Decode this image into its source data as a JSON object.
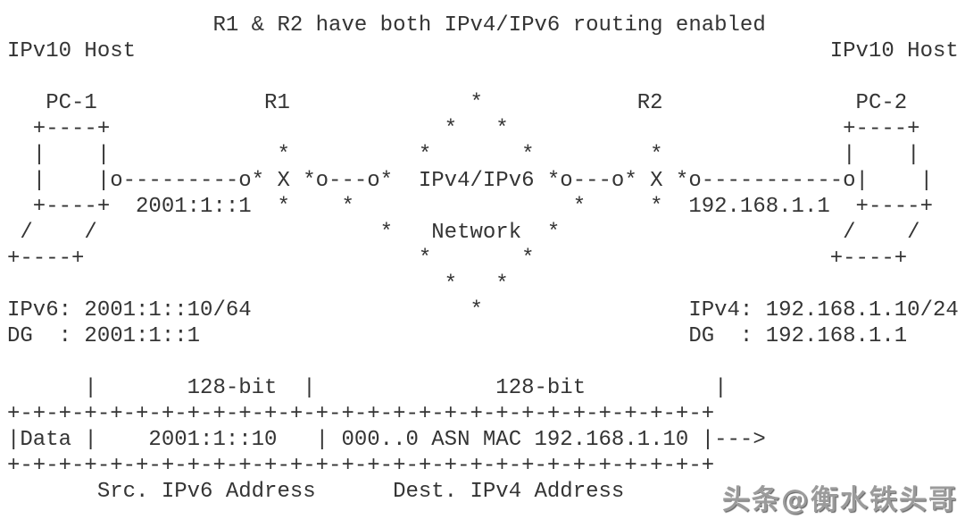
{
  "title": "R1 & R2 have both IPv4/IPv6 routing enabled",
  "diagram": {
    "lines": [
      "                R1 & R2 have both IPv4/IPv6 routing enabled",
      "IPv10 Host                                                      IPv10 Host",
      "",
      "   PC-1             R1              *            R2               PC-2",
      "  +----+                          *   *                          +----+",
      "  |    |             *          *       *         *              |    |",
      "  |    |o---------o* X *o---o*  IPv4/IPv6 *o---o* X *o-----------o|    |",
      "  +----+  2001:1::1  *    *                 *     *  192.168.1.1  +----+",
      " /    /                      *   Network  *                      /    /",
      "+----+                          *       *                       +----+",
      "                                  *   *",
      "IPv6: 2001:1::10/64                 *                IPv4: 192.168.1.10/24",
      "DG  : 2001:1::1                                      DG  : 192.168.1.1",
      "",
      "      |       128-bit  |              128-bit          |",
      "+-+-+-+-+-+-+-+-+-+-+-+-+-+-+-+-+-+-+-+-+-+-+-+-+-+-+-+",
      "|Data |    2001:1::10   | 000..0 ASN MAC 192.168.1.10 |--->",
      "+-+-+-+-+-+-+-+-+-+-+-+-+-+-+-+-+-+-+-+-+-+-+-+-+-+-+-+",
      "       Src. IPv6 Address      Dest. IPv4 Address"
    ]
  },
  "semantics": {
    "left_host": {
      "role": "IPv10 Host",
      "name": "PC-1",
      "ipv6": "2001:1::10/64",
      "default_gateway": "2001:1::1"
    },
    "right_host": {
      "role": "IPv10 Host",
      "name": "PC-2",
      "ipv4": "192.168.1.10/24",
      "default_gateway": "192.168.1.1"
    },
    "routers": [
      "R1",
      "R2"
    ],
    "cloud": "IPv4/IPv6 Network",
    "link_left_address": "2001:1::1",
    "link_right_address": "192.168.1.1",
    "packet": {
      "payload": "Data",
      "src_field_width": "128-bit",
      "dest_field_width": "128-bit",
      "src_value": "2001:1::10",
      "dest_value": "000..0 ASN MAC 192.168.1.10",
      "direction_arrow": "--->",
      "src_caption": "Src. IPv6 Address",
      "dest_caption": "Dest. IPv4 Address"
    }
  },
  "watermark": "头条@衡水铁头哥",
  "colors": {
    "text": "#343434",
    "background": "#ffffff",
    "watermark": "#9b9b9b"
  }
}
